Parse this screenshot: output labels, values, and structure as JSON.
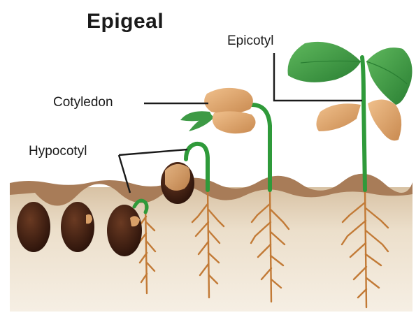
{
  "title": "Epigeal",
  "labels": {
    "epicotyl": "Epicotyl",
    "cotyledon": "Cotyledon",
    "hypocotyl": "Hypocotyl"
  },
  "colors": {
    "soil_top": "#a87c58",
    "soil": "#eadcc6",
    "root": "#c27a36",
    "stem": "#2f9a3a",
    "leaf": "#3d9a45",
    "seed": "#4a2416",
    "cotyledon": "#d9a068"
  }
}
